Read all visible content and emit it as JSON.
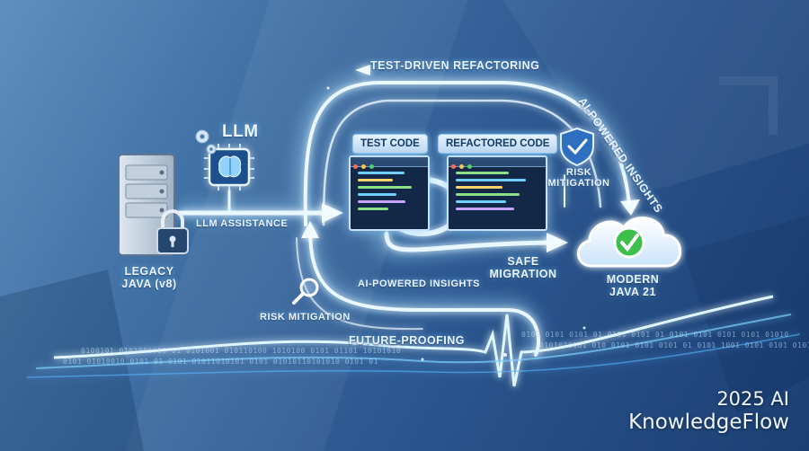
{
  "labels": {
    "llm": "LLM",
    "llm_assistance": "LLM ASSISTANCE",
    "legacy_line1": "LEGACY",
    "legacy_line2": "JAVA (v8)",
    "test_driven": "TEST-DRIVEN REFACTORING",
    "ai_insights_top": "AI-POWERED INSIGHTS",
    "test_code": "TEST CODE",
    "refactored_code": "REFACTORED CODE",
    "risk_mitigation_top_1": "RISK",
    "risk_mitigation_top_2": "MITIGATION",
    "safe_migration_1": "SAFE",
    "safe_migration_2": "MIGRATION",
    "modern_1": "MODERN",
    "modern_2": "JAVA 21",
    "ai_insights_bottom": "AI-POWERED INSIGHTS",
    "risk_mitigation_bottom": "RISK MITIGATION",
    "future_proofing": "FUTURE-PROOFING"
  },
  "binary_stream": {
    "row1": "0100101 0101001010 01 0101001 010110100 1010100 0101 01101 10101010",
    "row2": "0101 01010010 0101 01 0101 01011010101 0101 01010110101010 0101 01",
    "row3": "0101 0101 0101 01 0101 0101 01 0101 0101 0101 0101 01010",
    "row4": "0101010101 010 0101 0101 0101 01 0101 1001 0101 0101 010101"
  },
  "brand": {
    "line1": "2025 AI",
    "line2": "KnowledgeFlow"
  },
  "colors": {
    "glow": "#8fd8ff",
    "flow": "#dff3ff",
    "check": "#3cc04a"
  }
}
